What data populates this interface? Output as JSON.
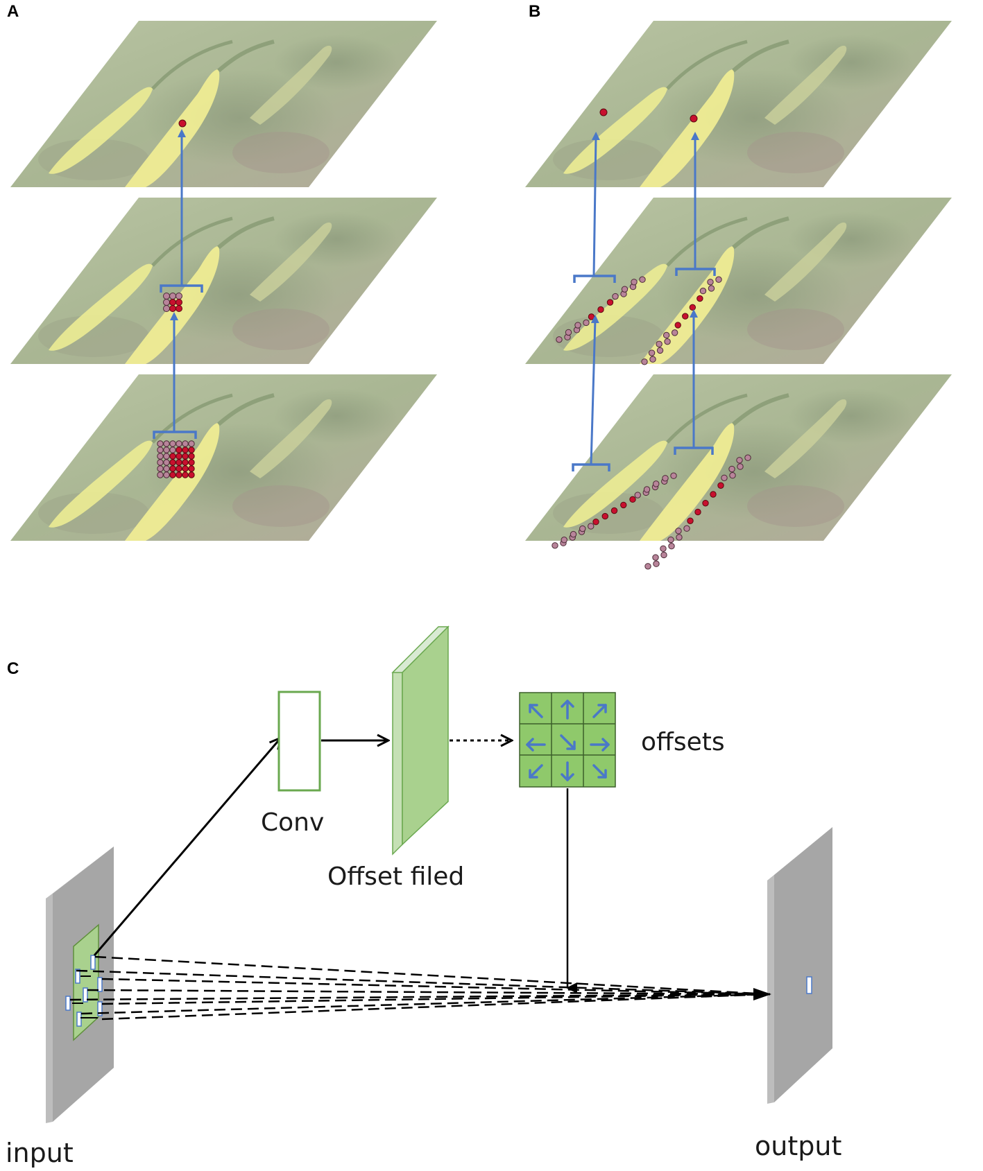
{
  "panels": {
    "a_label": "A",
    "b_label": "B",
    "c_label": "C"
  },
  "labels": {
    "conv": "Conv",
    "offset_field": "Offset filed",
    "offsets": "offsets",
    "input": "input",
    "output": "output"
  },
  "colors": {
    "sampling_point_active": "#c8102e",
    "sampling_point_inactive": "#b8849a",
    "connector_blue": "#4a78c8",
    "conv_border": "#6aa84f",
    "offset_field_fill": "#a9d18e",
    "offsets_grid_fill": "#8fc96b",
    "feature_map_gray": "#a6a6a6"
  },
  "offset_arrows": [
    "arrow-up-left-icon",
    "arrow-up-icon",
    "arrow-up-right-icon",
    "arrow-left-icon",
    "arrow-down-right-icon",
    "arrow-right-icon",
    "arrow-down-left-icon",
    "arrow-down-icon",
    "arrow-down-right-icon"
  ]
}
